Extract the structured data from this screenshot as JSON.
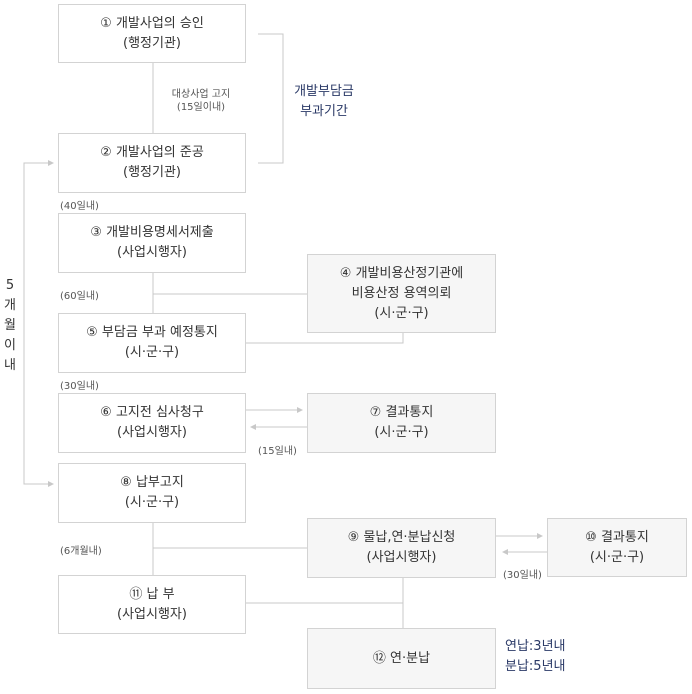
{
  "steps": {
    "s1": {
      "line1": "① 개발사업의 승인",
      "line2": "(행정기관)"
    },
    "s2": {
      "line1": "② 개발사업의 준공",
      "line2": "(행정기관)"
    },
    "s3": {
      "line1": "③ 개발비용명세서제출",
      "line2": "(사업시행자)"
    },
    "s4": {
      "line1": "④ 개발비용산정기관에",
      "line2": "비용산정 용역의뢰",
      "line3": "(시·군·구)"
    },
    "s5": {
      "line1": "⑤ 부담금 부과 예정통지",
      "line2": "(시·군·구)"
    },
    "s6": {
      "line1": "⑥ 고지전 심사청구",
      "line2": "(사업시행자)"
    },
    "s7": {
      "line1": "⑦ 결과통지",
      "line2": "(시·군·구)"
    },
    "s8": {
      "line1": "⑧ 납부고지",
      "line2": "(시·군·구)"
    },
    "s9": {
      "line1": "⑨ 물납,연·분납신청",
      "line2": "(사업시행자)"
    },
    "s10": {
      "line1": "⑩ 결과통지",
      "line2": "(시·군·구)"
    },
    "s11": {
      "line1": "⑪ 납 부",
      "line2": "(사업시행자)"
    },
    "s12": {
      "line1": "⑫ 연·분납"
    }
  },
  "notes": {
    "notice_line1": "대상사업 고지",
    "notice_line2": "(15일이내)",
    "d40": "(40일내)",
    "d60": "(60일내)",
    "d30a": "(30일내)",
    "d15": "(15일내)",
    "m6": "(6개월내)",
    "d30b": "(30일내)"
  },
  "side": {
    "period_line1": "개발부담금",
    "period_line2": "부과기간",
    "months": [
      "5",
      "개",
      "월",
      "이",
      "내"
    ],
    "installment_line1": "연납:3년내",
    "installment_line2": "분납:5년내"
  },
  "colors": {
    "border": "#d3d3d3",
    "line": "#c8c8c8",
    "gray_box": "#f6f6f6",
    "side_text": "#2b3a67"
  }
}
